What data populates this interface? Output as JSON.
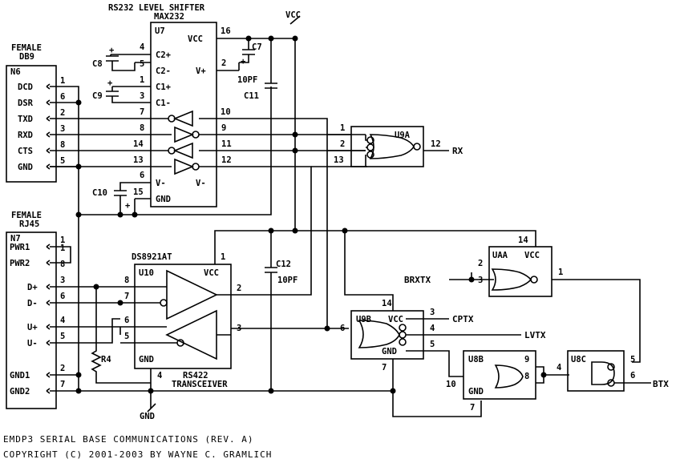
{
  "title": {
    "line1": "RS232 LEVEL SHIFTER",
    "line2": "MAX232"
  },
  "vcc_labels": {
    "top": "VCC"
  },
  "db9": {
    "heading1": "FEMALE",
    "heading2": "DB9",
    "ref": "N6",
    "pins": [
      {
        "name": "DCD",
        "num": "1"
      },
      {
        "name": "DSR",
        "num": "6"
      },
      {
        "name": "TXD",
        "num": "2"
      },
      {
        "name": "RXD",
        "num": "3"
      },
      {
        "name": "CTS",
        "num": "8"
      },
      {
        "name": "GND",
        "num": "5"
      }
    ]
  },
  "rj45": {
    "heading1": "FEMALE",
    "heading2": "RJ45",
    "ref": "N7",
    "pins": [
      {
        "name": "",
        "num": "1"
      },
      {
        "name": "PWR1",
        "num": "1"
      },
      {
        "name": "PWR2",
        "num": "8"
      },
      {
        "name": "D+",
        "num": "3"
      },
      {
        "name": "D-",
        "num": "6"
      },
      {
        "name": "U+",
        "num": "4"
      },
      {
        "name": "U-",
        "num": "5"
      },
      {
        "name": "GND1",
        "num": "2"
      },
      {
        "name": "GND2",
        "num": "7"
      }
    ]
  },
  "max232": {
    "ref": "U7",
    "left_pins": [
      {
        "name": "C2+",
        "num": "4"
      },
      {
        "name": "C2-",
        "num": "5"
      },
      {
        "name": "C1+",
        "num": "1"
      },
      {
        "name": "C1-",
        "num": "3"
      }
    ],
    "vcc_label": "VCC",
    "vcc_num": "16",
    "vplus_label": "V+",
    "vplus_num": "2",
    "vminus_label": "V-",
    "vminus_left_num": "6",
    "vminus_right_label": "V-",
    "gnd_label": "GND",
    "gnd_num": "15",
    "driver_pins": [
      {
        "left": "7",
        "right": "10"
      },
      {
        "left": "8",
        "right": "9"
      },
      {
        "left": "14",
        "right": "11"
      },
      {
        "left": "13",
        "right": "12"
      }
    ]
  },
  "caps": {
    "c8": "C8",
    "c9": "C9",
    "c10": "C10",
    "c7": "C7",
    "c11": "C11",
    "c11_val": "10PF",
    "c12": "C12",
    "c12_val": "10PF",
    "plus": "+"
  },
  "u9a": {
    "ref": "U9A",
    "in": [
      "1",
      "2",
      "13"
    ],
    "out": "12",
    "out_label": "RX"
  },
  "ds8921": {
    "part": "DS8921AT",
    "ref": "U10",
    "vcc": "VCC",
    "vcc_num": "1",
    "gnd": "GND",
    "gnd_num": "4",
    "pins": [
      "8",
      "7",
      "6",
      "5",
      "2",
      "3"
    ],
    "bottom1": "RS422",
    "bottom2": "TRANSCEIVER"
  },
  "resistor": {
    "ref": "R4"
  },
  "u9b": {
    "ref": "U9B",
    "vcc": "VCC",
    "gnd": "GND",
    "vcc_num": "14",
    "in_num": "6",
    "gnd_num": "7",
    "outs": [
      "3",
      "4",
      "5"
    ],
    "out_labels": [
      "CPTX",
      "LVTX"
    ]
  },
  "uaa": {
    "ref": "UAA",
    "vcc": "VCC",
    "vcc_num": "14",
    "in_nums": [
      "2",
      "3"
    ],
    "out_num": "1",
    "in_label": "BRXTX"
  },
  "u8b": {
    "ref": "U8B",
    "gnd": "GND",
    "pins": [
      "9",
      "8",
      "10"
    ]
  },
  "u8c": {
    "ref": "U8C",
    "in_num": "4",
    "pins": [
      "5",
      "6"
    ],
    "out_label": "BTX"
  },
  "gnd_bottom": "GND",
  "footer": {
    "line1": "EMDP3 SERIAL BASE COMMUNICATIONS (REV. A)",
    "line2": "COPYRIGHT (C) 2001-2003 BY WAYNE C. GRAMLICH"
  }
}
